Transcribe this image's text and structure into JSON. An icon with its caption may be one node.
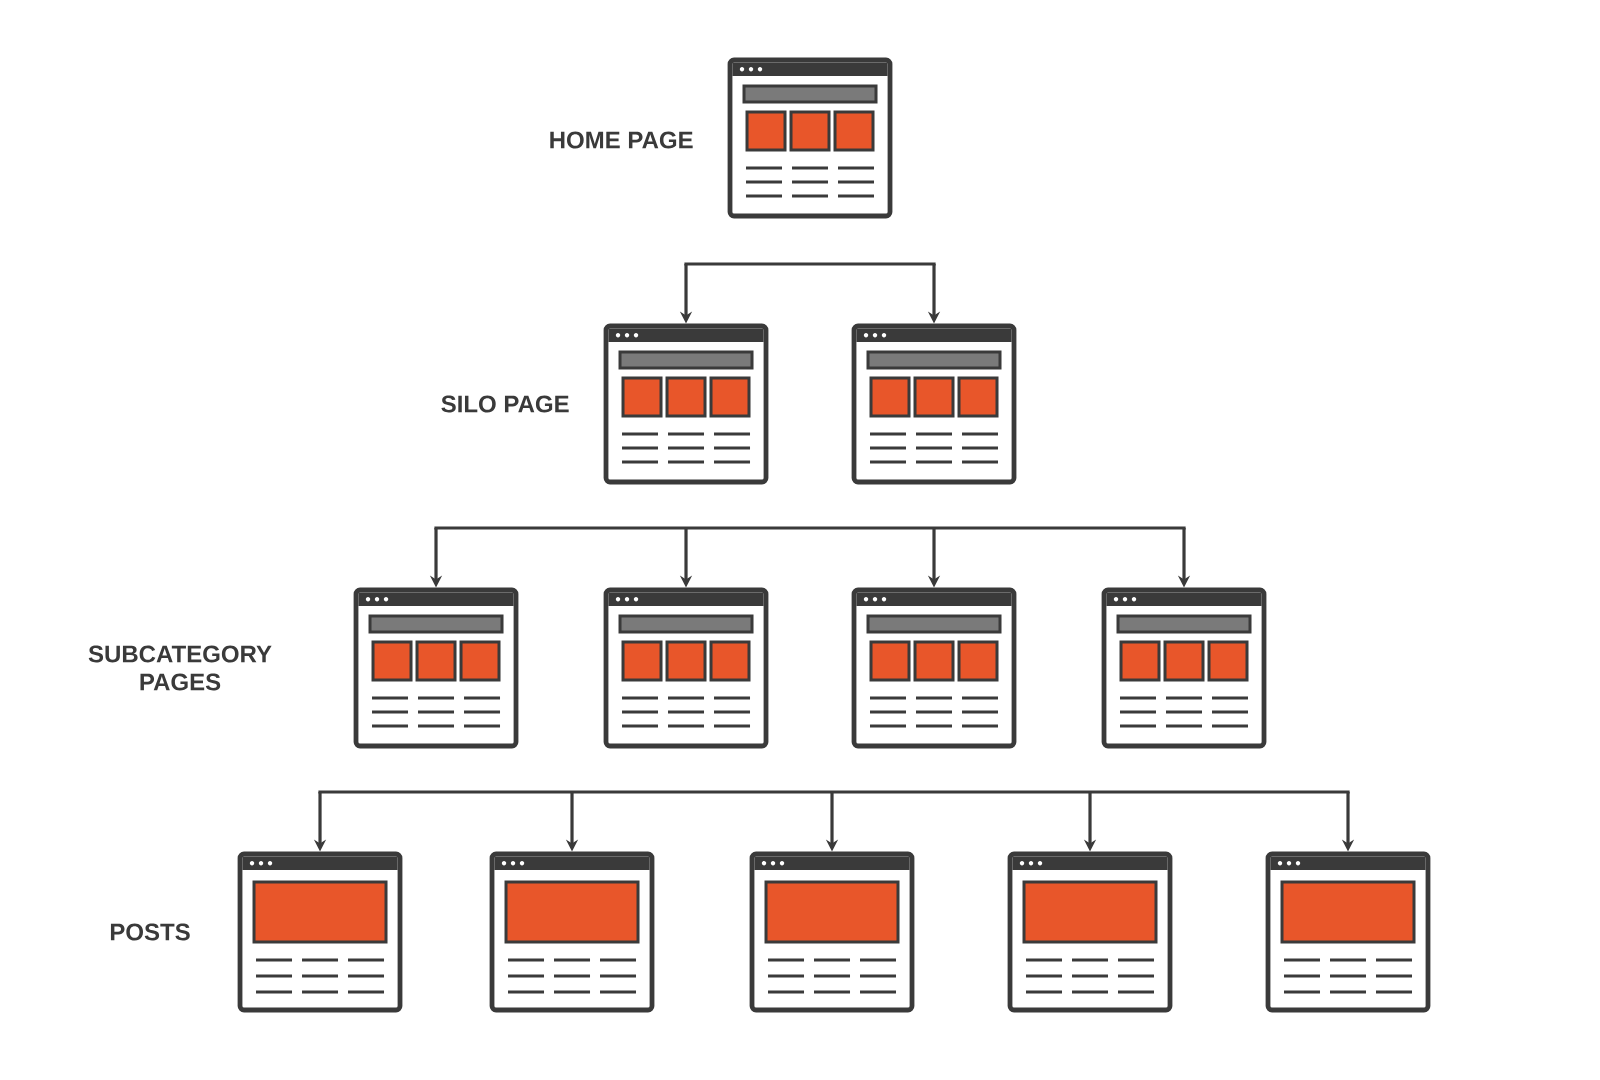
{
  "diagram": {
    "nodes": [
      {
        "text": [],
        "shape": "picture"
      },
      {
        "text": [],
        "shape": "picture"
      },
      {
        "text": [],
        "shape": "picture"
      },
      {
        "text": [],
        "shape": "picture"
      },
      {
        "text": [],
        "shape": "picture"
      },
      {
        "text": [],
        "shape": "picture"
      },
      {
        "text": [],
        "shape": "picture"
      },
      {
        "text": [],
        "shape": "picture"
      },
      {
        "text": [],
        "shape": "picture"
      },
      {
        "text": [],
        "shape": "picture"
      },
      {
        "text": [],
        "shape": "picture"
      },
      {
        "text": [],
        "shape": "picture"
      }
    ],
    "edges": [
      {
        "from": null,
        "to": 1,
        "arrow": "to"
      },
      {
        "from": null,
        "to": 2,
        "arrow": "to"
      },
      {
        "from": null,
        "to": 3,
        "arrow": "to"
      },
      {
        "from": null,
        "to": 4,
        "arrow": "to"
      },
      {
        "from": null,
        "to": 5,
        "arrow": "to"
      },
      {
        "from": null,
        "to": 6,
        "arrow": "to"
      },
      {
        "from": null,
        "to": 7,
        "arrow": "to"
      },
      {
        "from": null,
        "to": 8,
        "arrow": "to"
      },
      {
        "from": null,
        "to": 9,
        "arrow": "to"
      },
      {
        "from": null,
        "to": 10,
        "arrow": "to"
      },
      {
        "from": null,
        "to": 11,
        "arrow": "to"
      }
    ],
    "labels": [
      "HOME PAGE",
      "SILO PAGE",
      "SUBCATEGORY PAGES",
      "POSTS"
    ]
  }
}
